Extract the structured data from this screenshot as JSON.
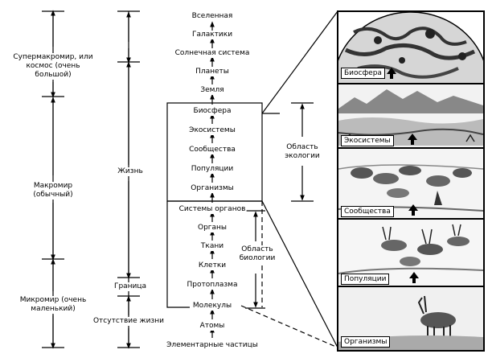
{
  "left_scale": {
    "supermacro": "Супермакромир, или космос (очень большой)",
    "macro": "Макромир (обычный)",
    "micro": "Микромир (очень маленький)"
  },
  "life_scale": {
    "life": "Жизнь",
    "border": "Граница",
    "no_life": "Отсутствие жизни"
  },
  "levels": [
    "Вселенная",
    "Галактики",
    "Солнечная система",
    "Планеты",
    "Земля",
    "Биосфера",
    "Экосистемы",
    "Сообщества",
    "Популяции",
    "Организмы",
    "Системы органов",
    "Органы",
    "Ткани",
    "Клетки",
    "Протоплазма",
    "Молекулы",
    "Атомы",
    "Элементарные частицы"
  ],
  "regions": {
    "ecology": "Область экологии",
    "biology": "Область биологии"
  },
  "panels": [
    "Биосфера",
    "Экосистемы",
    "Сообщества",
    "Популяции",
    "Организмы"
  ]
}
